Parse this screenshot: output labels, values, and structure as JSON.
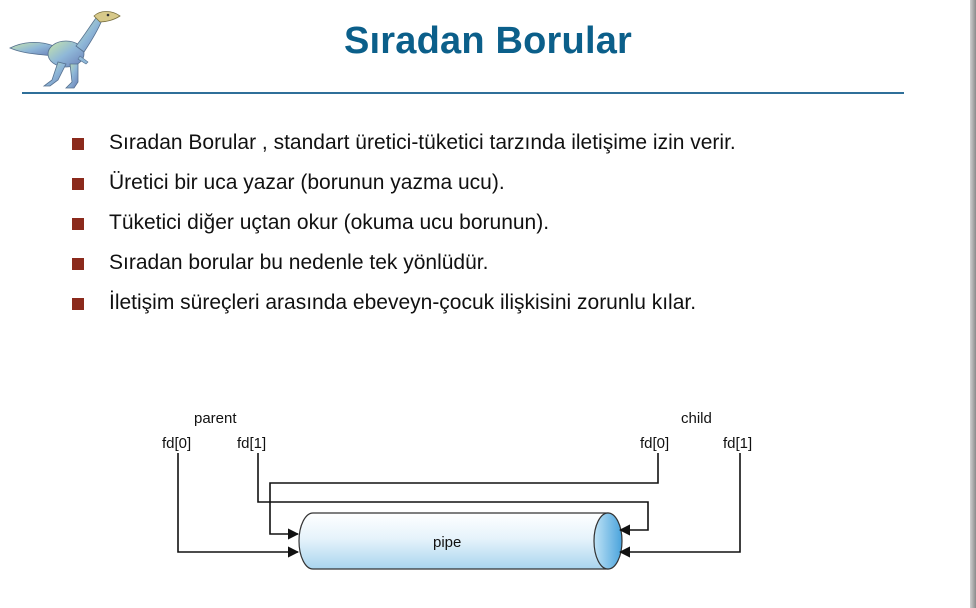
{
  "slide": {
    "title": "Sıradan Borular",
    "bullets": [
      "Sıradan Borular , standart üretici-tüketici tarzında iletişime izin verir.",
      "Üretici bir uca yazar (borunun yazma ucu).",
      "Tüketici diğer uçtan okur (okuma ucu borunun).",
      "Sıradan borular bu nedenle tek yönlüdür.",
      "İletişim süreçleri arasında ebeveyn-çocuk ilişkisini zorunlu kılar."
    ],
    "colors": {
      "title": "#0b5f8a",
      "rule": "#2f6f99",
      "bullet_marker": "#8b2a1c"
    }
  },
  "diagram": {
    "parent_label": "parent",
    "child_label": "child",
    "parent_fd0": "fd[0]",
    "parent_fd1": "fd[1]",
    "child_fd0": "fd[0]",
    "child_fd1": "fd[1]",
    "pipe_label": "pipe"
  },
  "icons": {
    "logo": "dinosaur-logo-icon"
  }
}
